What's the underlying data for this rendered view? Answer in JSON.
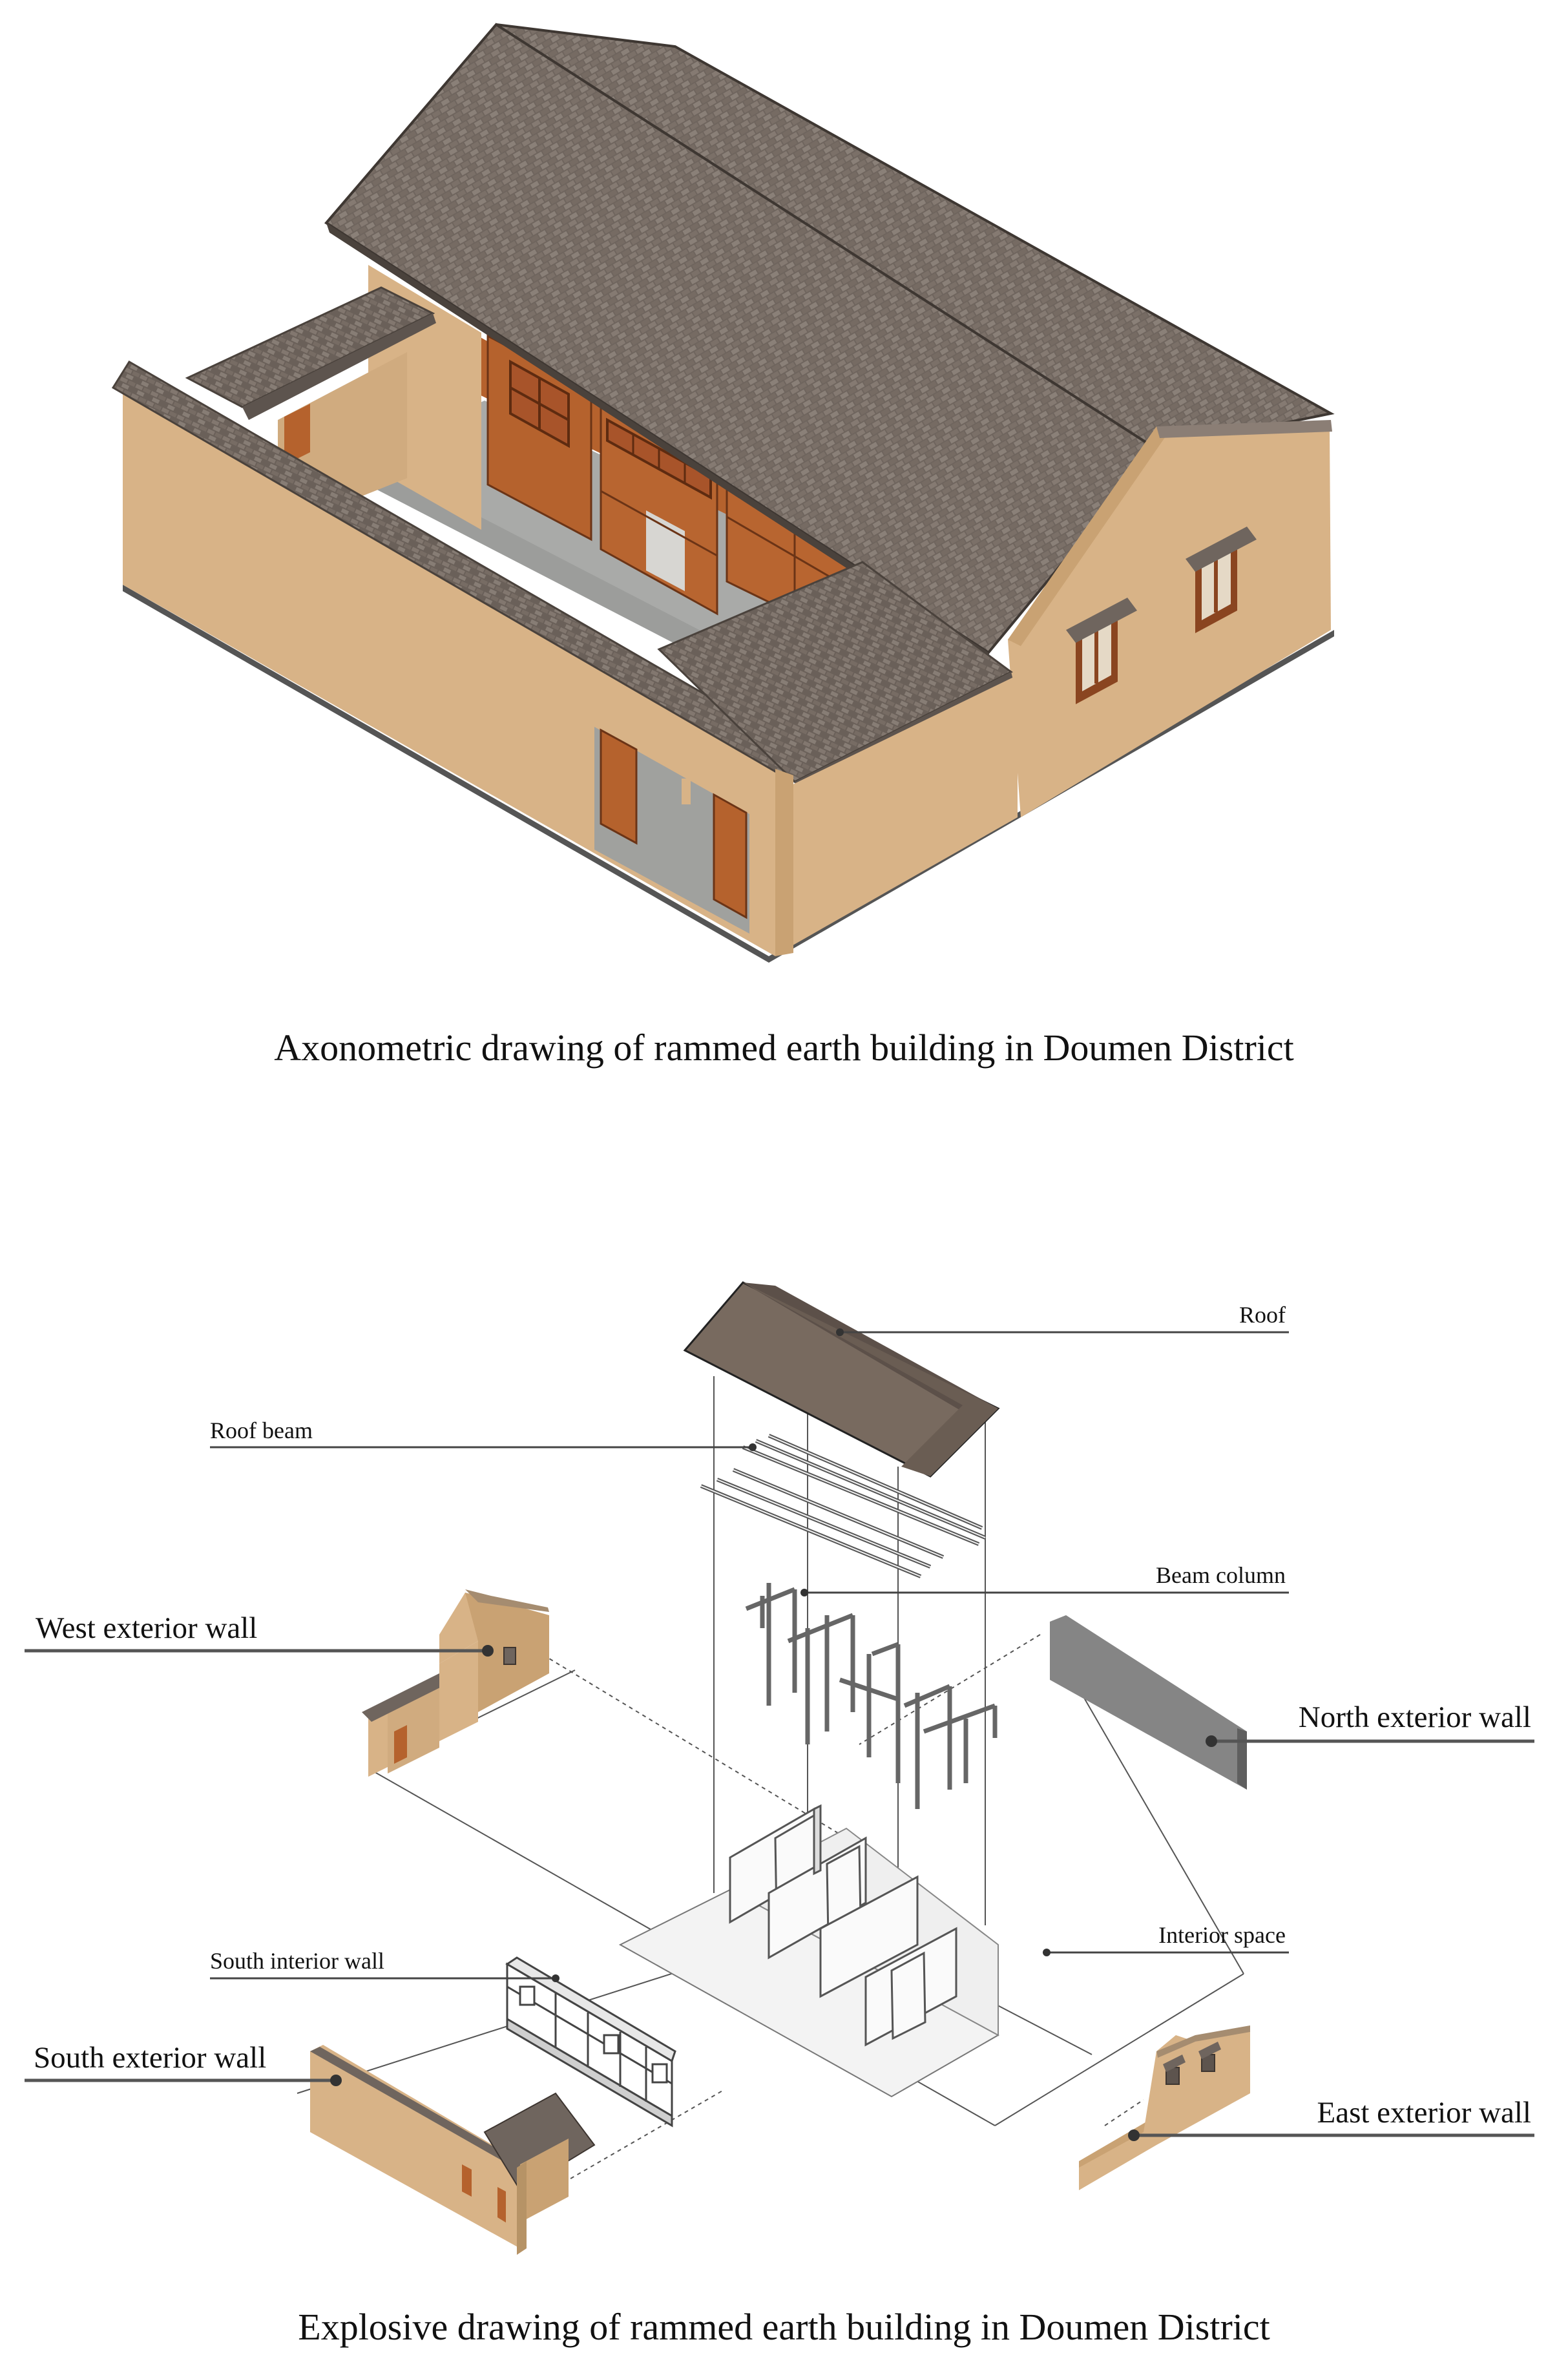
{
  "captions": {
    "axonometric": "Axonometric drawing of rammed earth building in Doumen District",
    "explosive": "Explosive drawing of rammed earth building in Doumen District"
  },
  "labels": {
    "roof": "Roof",
    "roof_beam": "Roof beam",
    "beam_column": "Beam column",
    "west_exterior_wall": "West exterior wall",
    "north_exterior_wall": "North exterior wall",
    "interior_space": "Interior space",
    "south_interior_wall": "South interior wall",
    "south_exterior_wall": "South exterior wall",
    "east_exterior_wall": "East exterior wall"
  },
  "colors": {
    "earth_wall": "#d8b387",
    "earth_wall_shade": "#c9a273",
    "roof_tile": "#6f655e",
    "roof_tile_light": "#8a8078",
    "wood": "#b5622d",
    "wood_dark": "#8a4520",
    "floor": "#a9aaa8",
    "north_wall": "#858585",
    "explode_roof": "#786a5f"
  }
}
